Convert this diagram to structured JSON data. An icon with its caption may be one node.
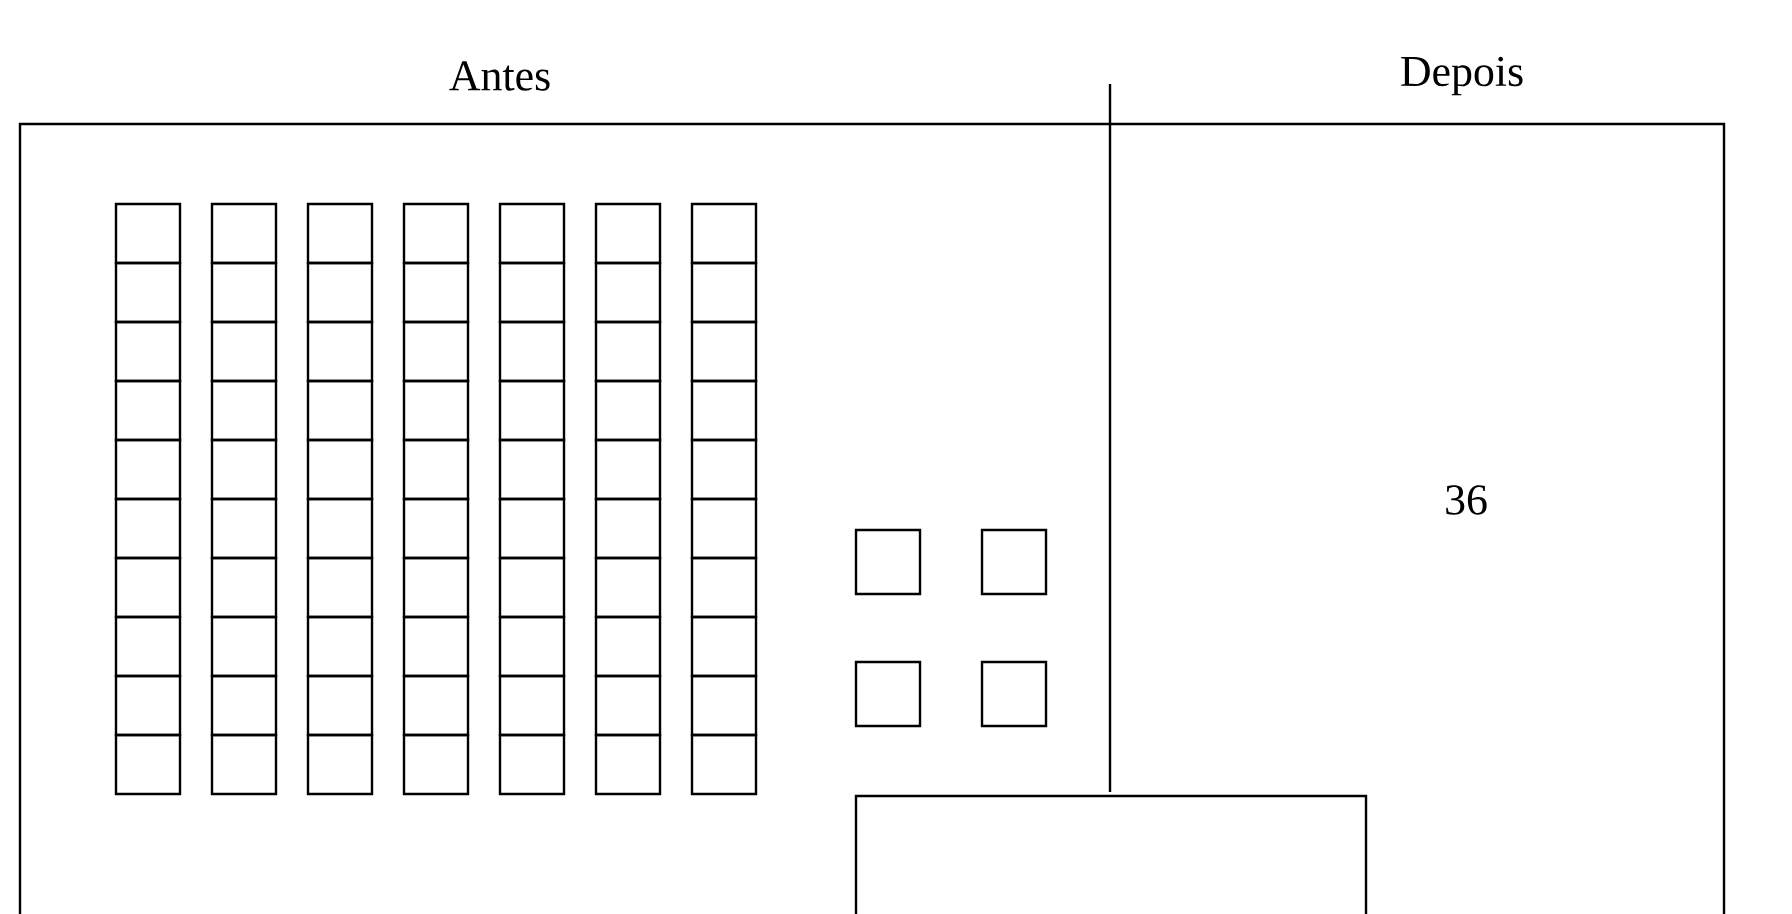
{
  "diagram": {
    "labels": [
      "Antes",
      "Depois",
      "36"
    ]
  }
}
